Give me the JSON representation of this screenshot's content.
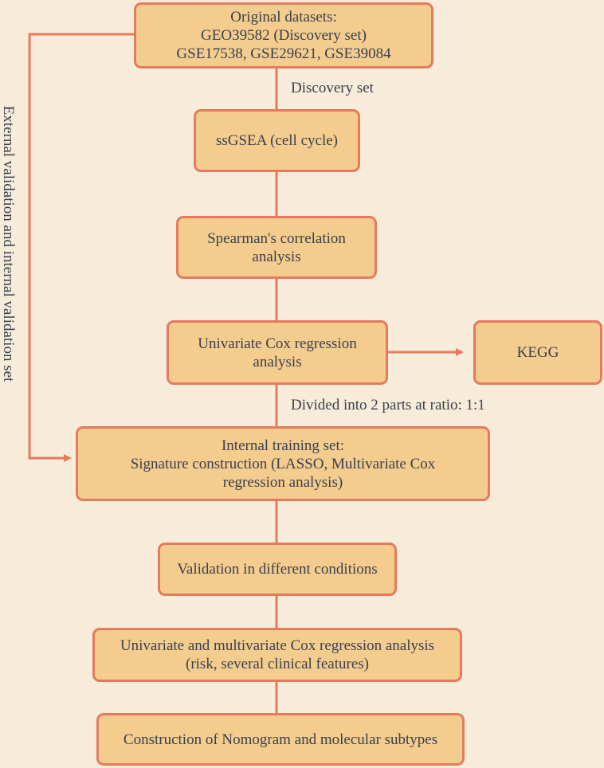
{
  "colors": {
    "background": "#f7ecd9",
    "box_fill": "#f3cc8e",
    "box_border": "#e57a5e",
    "line": "#e57a5e",
    "text": "#3a3f4e"
  },
  "nodes": {
    "original_datasets": {
      "line1": "Original datasets:",
      "line2": "GEO39582 (Discovery set)",
      "line3": "GSE17538, GSE29621, GSE39084"
    },
    "ssgsea": {
      "line1": "ssGSEA (cell cycle)"
    },
    "spearman": {
      "line1": "Spearman's correlation",
      "line2": "analysis"
    },
    "univariate_cox": {
      "line1": "Univariate Cox regression",
      "line2": "analysis"
    },
    "kegg": {
      "line1": "KEGG"
    },
    "internal_training": {
      "line1": "Internal training set:",
      "line2": "Signature construction (LASSO, Multivariate Cox",
      "line3": "regression analysis)"
    },
    "validation_conditions": {
      "line1": "Validation in different conditions"
    },
    "uni_multi_cox": {
      "line1": "Univariate and multivariate Cox regression analysis",
      "line2": "(risk, several clinical features)"
    },
    "nomogram": {
      "line1": "Construction of Nomogram and molecular subtypes"
    }
  },
  "edge_labels": {
    "discovery_set": "Discovery set",
    "divided": "Divided into 2 parts at ratio: 1:1",
    "external_validation": "External validation and internal validation set"
  }
}
